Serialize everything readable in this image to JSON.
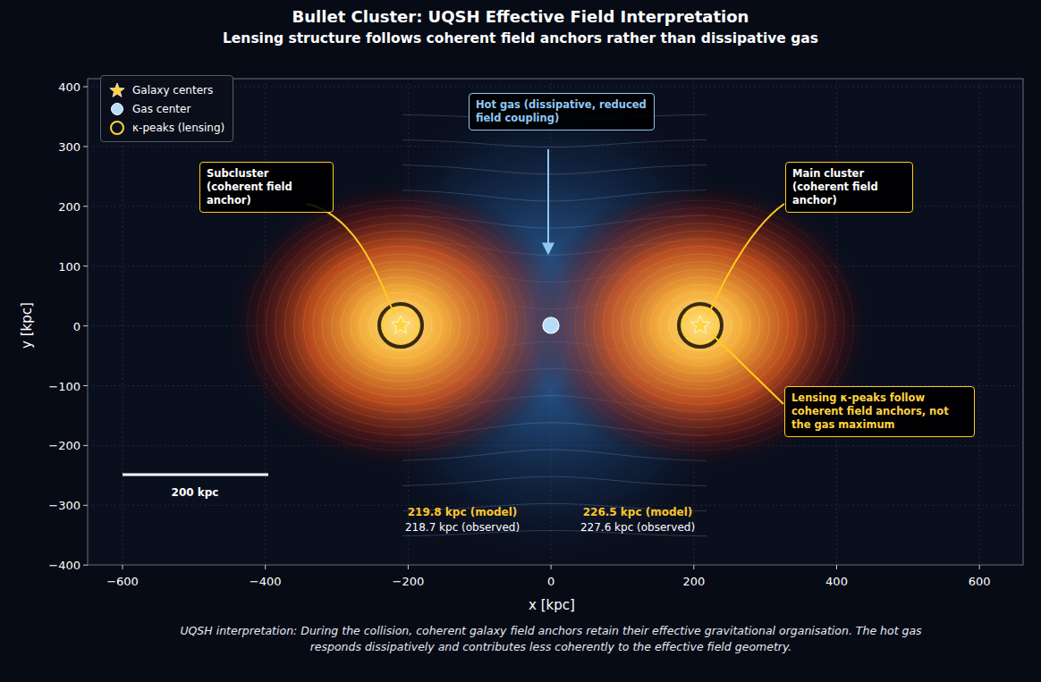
{
  "diagram": {
    "title": "Bullet Cluster: UQSH Effective Field Interpretation",
    "caption": "UQSH interpretation: During the collision, coherent galaxy field anchors retain their effective gravitational organisation. The hot gas responds dissipatively and contributes less coherently to the effective field geometry.",
    "nodes": [
      {
        "text": [
          "Subcluster (coherent field anchor)"
        ]
      },
      {
        "text": [
          "Hot gas (dissipative, reduced field coupling)"
        ]
      },
      {
        "text": [
          "Main cluster (coherent field anchor)"
        ]
      },
      {
        "text": [
          "Lensing κ-peaks follow coherent field anchors, not the gas maximum"
        ]
      }
    ],
    "labels": [
      "Lensing structure follows coherent field anchors rather than dissipative gas",
      "400",
      "300",
      "200",
      "100",
      "0",
      "−100",
      "−200",
      "−300",
      "−400",
      "−600",
      "−400",
      "−200",
      "0",
      "200",
      "400",
      "600",
      "y [kpc]",
      "x [kpc]",
      "200 kpc",
      "219.8 kpc (model)",
      "218.7 kpc (observed)",
      "226.5 kpc (model)",
      "227.6 kpc (observed)"
    ],
    "legend": [
      {
        "text": "Galaxy centers"
      },
      {
        "text": "Gas center",
        "color": "#b8dcf7"
      },
      {
        "text": "κ-peaks (lensing)"
      }
    ]
  }
}
